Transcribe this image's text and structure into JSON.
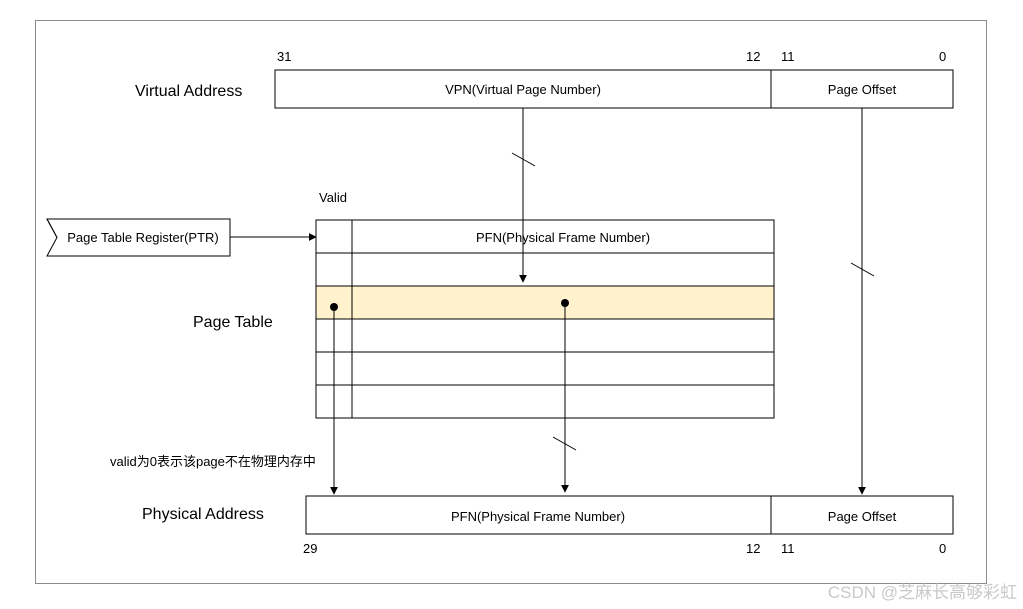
{
  "labels": {
    "virtual_address": "Virtual Address",
    "page_table": "Page Table",
    "physical_address": "Physical Address",
    "valid": "Valid",
    "note": "valid为0表示该page不在物理内存中"
  },
  "virtual": {
    "vpn": "VPN(Virtual Page Number)",
    "offset": "Page Offset",
    "bits": {
      "b31": "31",
      "b12": "12",
      "b11": "11",
      "b0": "0"
    }
  },
  "ptr": {
    "label": "Page Table Register(PTR)"
  },
  "page_table": {
    "header": "PFN(Physical Frame Number)"
  },
  "physical": {
    "pfn": "PFN(Physical Frame Number)",
    "offset": "Page Offset",
    "bits": {
      "b29": "29",
      "b12": "12",
      "b11": "11",
      "b0": "0"
    }
  },
  "watermark": "CSDN @芝麻长高够彩虹"
}
